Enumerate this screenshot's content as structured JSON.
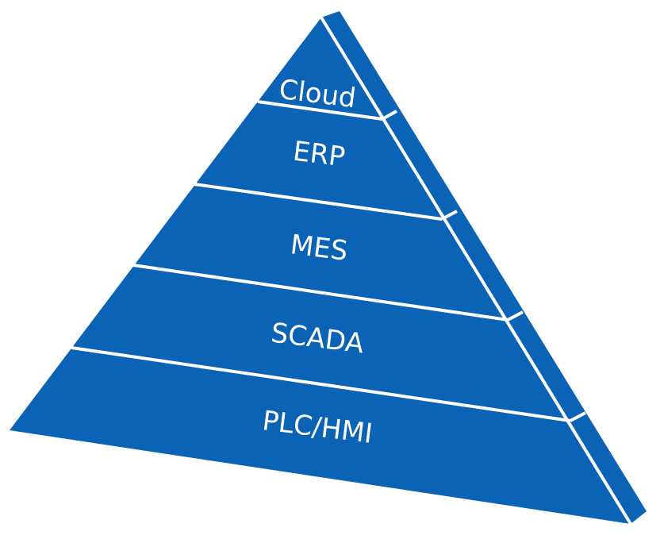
{
  "diagram": {
    "type": "pyramid",
    "layers": [
      {
        "label": "Cloud"
      },
      {
        "label": "ERP"
      },
      {
        "label": "MES"
      },
      {
        "label": "SCADA"
      },
      {
        "label": "PLC/HMI"
      }
    ],
    "colors": {
      "fill": "#0b63b6",
      "separator": "#ffffff",
      "text": "#ffffff"
    }
  }
}
